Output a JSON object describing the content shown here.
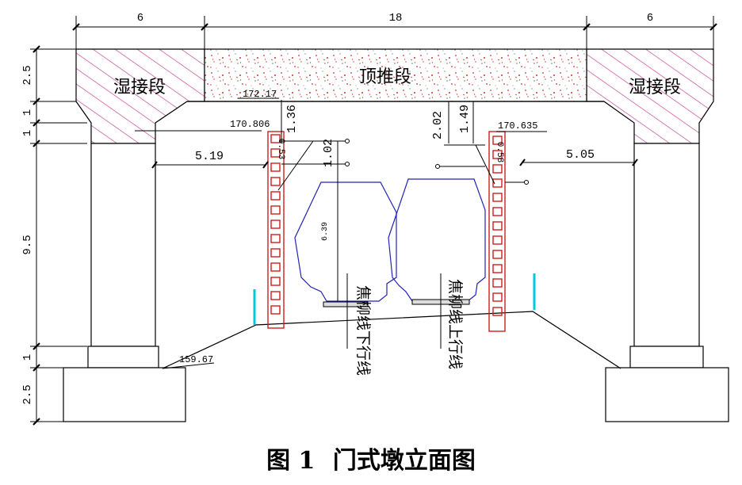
{
  "dimensions": {
    "top": [
      "6",
      "18",
      "6"
    ],
    "left": [
      "2.5",
      "1",
      "1",
      "9.5",
      "1",
      "2.5"
    ]
  },
  "segments": {
    "wet_left": "湿接段",
    "push": "顶推段",
    "wet_right": "湿接段"
  },
  "elevations": {
    "top_mid": "172.17",
    "left": "170.806",
    "right": "170.635",
    "ground": "159.67"
  },
  "measures": {
    "gap_left": "1.36",
    "gap_right_a": "2.02",
    "gap_right_b": "1.49",
    "offset_left": "1.02",
    "clear_left": "5.19",
    "clear_right": "5.05",
    "pile_left": "0.53",
    "pile_right": "0.58",
    "height": "6.39"
  },
  "tracks": {
    "down": "焦柳线下行线",
    "up": "焦柳线上行线"
  },
  "caption": {
    "fig": "图 1",
    "title": "门式墩立面图"
  },
  "colors": {
    "hatch": "#c0388f",
    "speckle": "#d0342c",
    "pile": "#cc1f1f",
    "gauge": "#2323b5",
    "marker": "#00c8e0"
  }
}
